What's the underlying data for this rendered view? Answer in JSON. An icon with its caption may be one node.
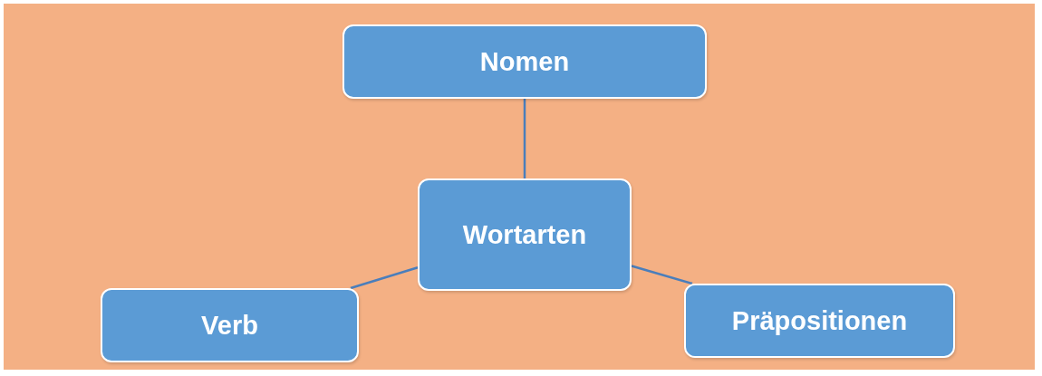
{
  "diagram": {
    "nodes": [
      {
        "text": [
          "Nomen"
        ]
      },
      {
        "text": [
          "Wortarten"
        ]
      },
      {
        "text": [
          "Verb"
        ]
      },
      {
        "text": [
          "Präpositionen"
        ]
      }
    ],
    "edges": [
      {
        "from": 0,
        "to": 1,
        "arrow": "none"
      },
      {
        "from": 1,
        "to": 2,
        "arrow": "none"
      },
      {
        "from": 1,
        "to": 3,
        "arrow": "none"
      }
    ]
  }
}
